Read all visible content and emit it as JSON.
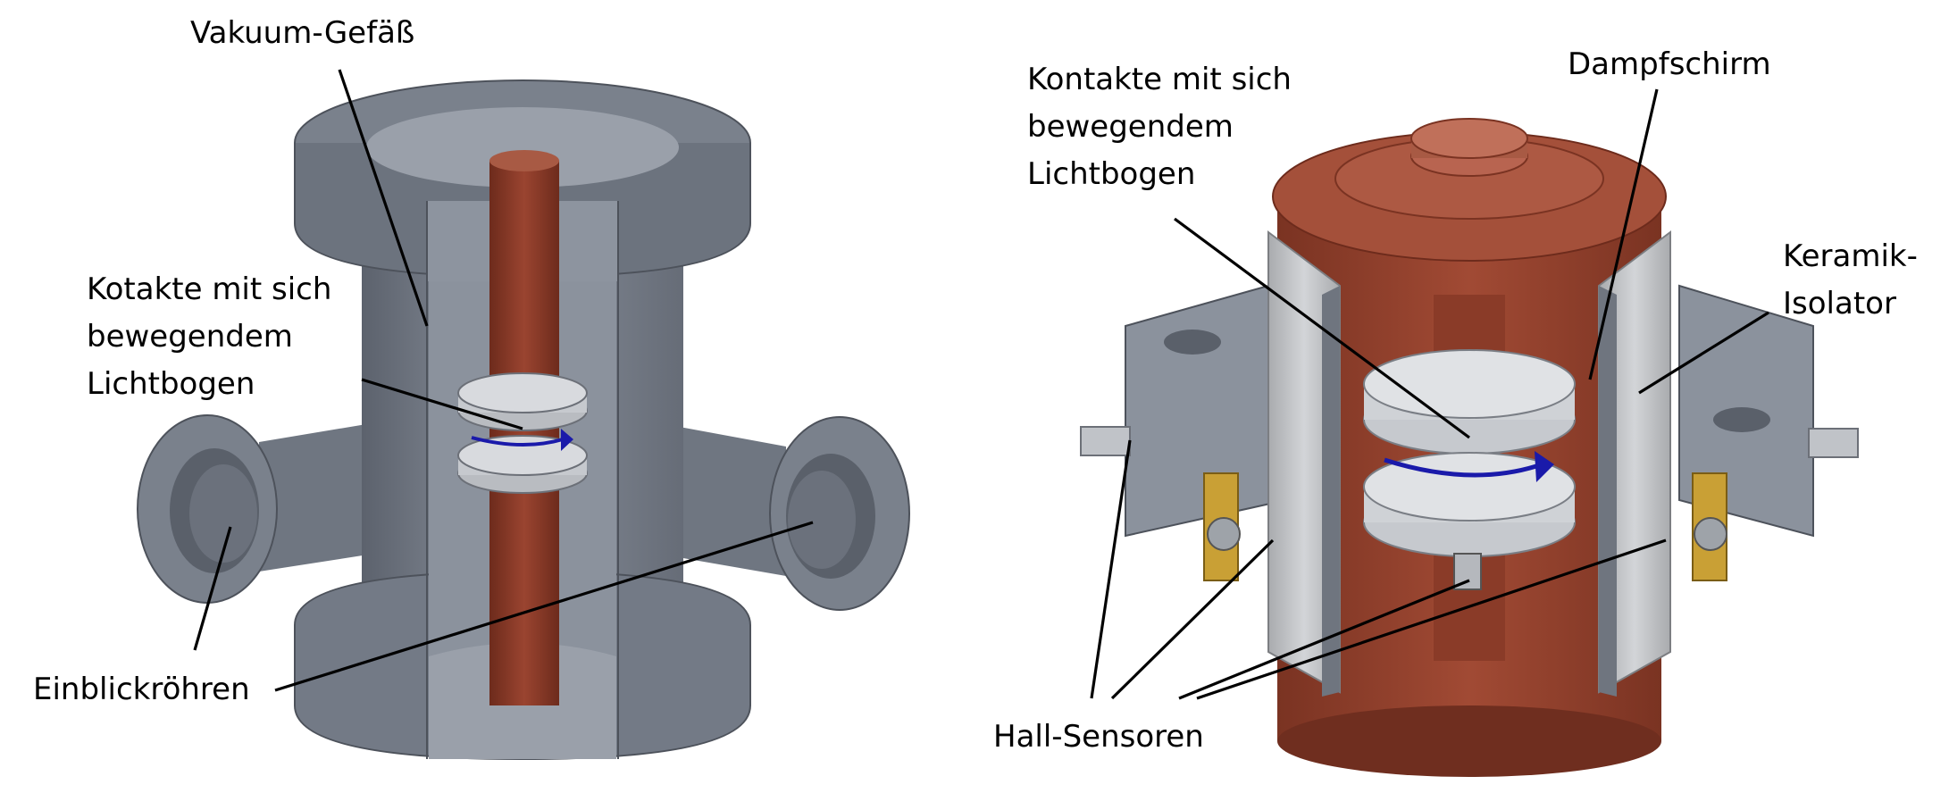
{
  "left_figure": {
    "labels": {
      "vacuum_vessel": "Vakuum-Gefäß",
      "contacts_line1": "Kotakte mit sich",
      "contacts_line2": "bewegendem",
      "contacts_line3": "Lichtbogen",
      "viewports": "Einblickröhren"
    }
  },
  "right_figure": {
    "labels": {
      "contacts_line1": "Kontakte mit sich",
      "contacts_line2": "bewegendem",
      "contacts_line3": "Lichtbogen",
      "vapor_shield": "Dampfschirm",
      "ceramic_line1": "Keramik-",
      "ceramic_line2": "Isolator",
      "hall_sensors": "Hall-Sensoren"
    }
  },
  "colors": {
    "steel": "#7c838f",
    "steel_dark": "#5b616c",
    "steel_light": "#a2a8b2",
    "copper": "#8a3b28",
    "copper_light": "#a4503a",
    "ceramic": "#c4c6c9",
    "ceramic_dark": "#9c9ea2",
    "brass": "#c9a035",
    "arc": "#1a1aaa"
  }
}
